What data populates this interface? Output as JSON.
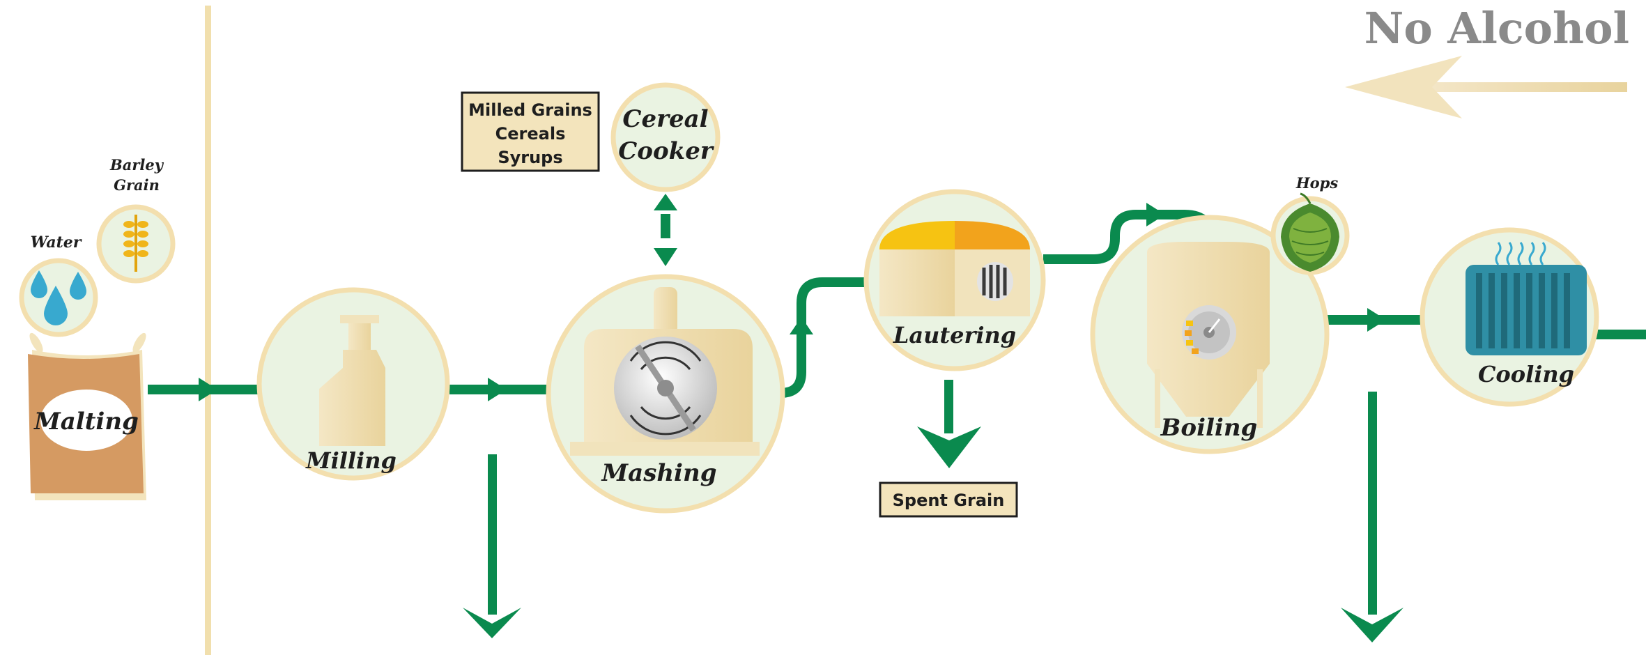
{
  "title": "No Alcohol",
  "colors": {
    "flow": "#0a8a4e",
    "ring": "#f3dfae",
    "bubble": "#eaf3e2",
    "tan": "#f1e3bc",
    "label_box": "#f3e4bc",
    "title": "#8a8a8a",
    "sack": "#d59a62",
    "water": "#38a9cf",
    "grain": "#f0b51a",
    "cooler": "#2f8fa5",
    "lid_left": "#f6c312",
    "lid_right": "#f2a31c"
  },
  "inputs": {
    "water": "Water",
    "barley_line1": "Barley",
    "barley_line2": "Grain",
    "hops": "Hops"
  },
  "steps": {
    "malting": "Malting",
    "milling": "Milling",
    "mashing": "Mashing",
    "cereal_line1": "Cereal",
    "cereal_line2": "Cooker",
    "lautering": "Lautering",
    "boiling": "Boiling",
    "cooling": "Cooling"
  },
  "adjuncts": [
    "Milled Grains",
    "Cereals",
    "Syrups"
  ],
  "byproducts": {
    "spent_grain": "Spent Grain"
  },
  "icons": [
    "water-drops-icon",
    "wheat-icon",
    "hop-cone-icon",
    "mill-icon",
    "mash-tun-icon",
    "lauter-tun-icon",
    "kettle-icon",
    "cooler-icon"
  ]
}
